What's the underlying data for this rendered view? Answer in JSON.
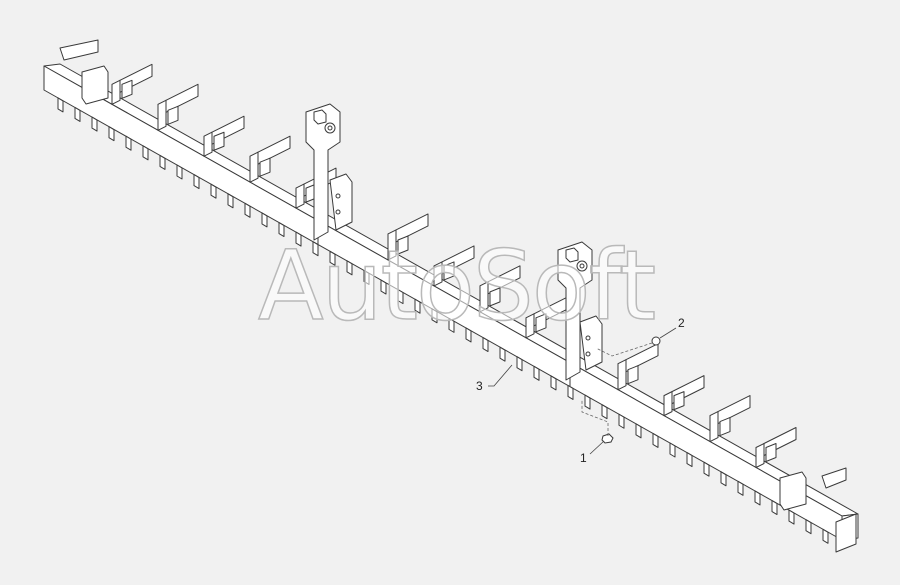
{
  "watermark": {
    "text": "AutoSoft"
  },
  "callouts": [
    {
      "label": "1"
    },
    {
      "label": "2"
    },
    {
      "label": "3"
    }
  ],
  "colors": {
    "background": "#f1f1f1",
    "line": "#3a3a3a",
    "leader": "#444444"
  }
}
